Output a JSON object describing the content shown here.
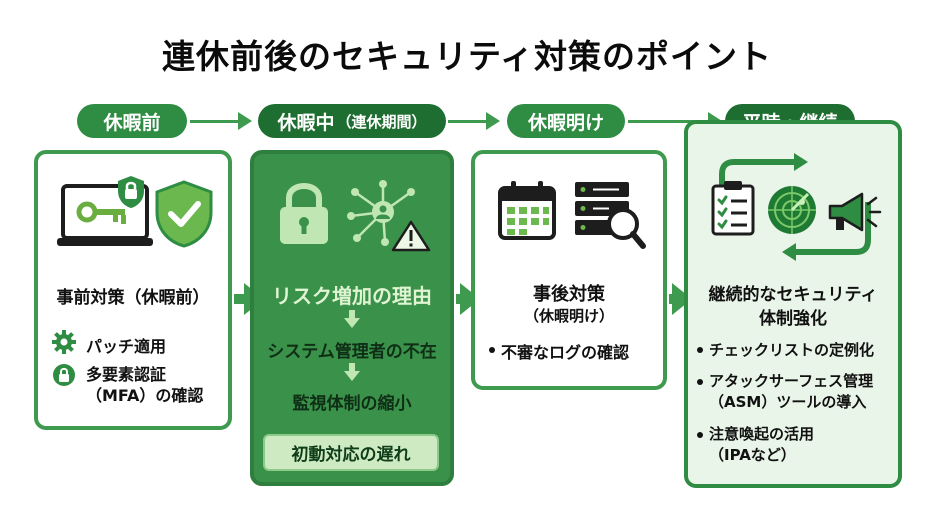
{
  "title": "連休前後のセキュリティ対策のポイント",
  "phases": [
    {
      "label": "休暇前"
    },
    {
      "label": "休暇中",
      "sub": "（連休期間）"
    },
    {
      "label": "休暇明け"
    },
    {
      "label": "平時・継続"
    }
  ],
  "card1": {
    "heading": "事前対策（休暇前）",
    "items": [
      {
        "icon": "gear-icon",
        "text": "パッチ適用"
      },
      {
        "icon": "lock-icon",
        "text": "多要素認証（MFA）の確認"
      }
    ]
  },
  "card2": {
    "heading": "リスク増加の理由",
    "steps": [
      "システム管理者の不在",
      "監視体制の縮小"
    ],
    "result": "初動対応の遅れ"
  },
  "card3": {
    "heading": "事後対策",
    "subheading": "（休暇明け）",
    "items": [
      "不審なログの確認"
    ]
  },
  "card4": {
    "heading_line1": "継続的なセキュリティ",
    "heading_line2": "体制強化",
    "items": [
      "チェックリストの定例化",
      "アタックサーフェス管理（ASM）ツールの導入",
      "注意喚起の活用（IPAなど）"
    ]
  },
  "colors": {
    "primary": "#3e9a4f",
    "dark": "#1f6e31",
    "filled_card": "#3a9149",
    "tint_card": "#eaf5ea",
    "light_accent": "#cdeac2"
  }
}
